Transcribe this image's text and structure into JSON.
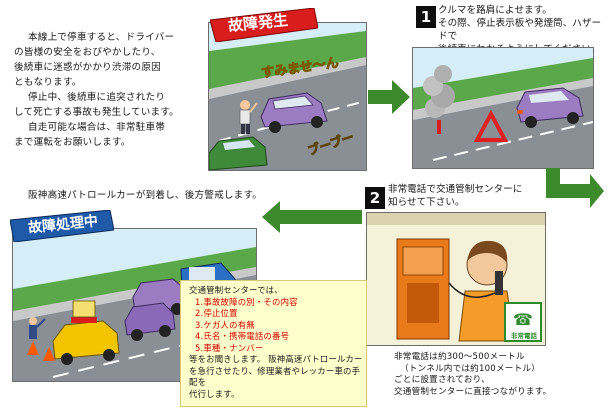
{
  "intro": {
    "lines": [
      "本線上で停車すると、ドライバー",
      "の皆様の安全をおびやかしたり、",
      "後続車に迷惑がかかり渋滞の原因",
      "ともなります。",
      "停止中、後続車に追突されたり",
      "して死亡する事故も発生しています。",
      "自走可能な場合は、非常駐車帯",
      "まで運転をお願いします。"
    ]
  },
  "panel1": {
    "banner": "故障発生",
    "speech": "すみませ～ん",
    "sound": "ブーブー"
  },
  "step1": {
    "number": "1",
    "title": "クルマを路肩によせます。",
    "lines": [
      "その際、停止表示板や発煙筒、ハザードで",
      "後続車にわかるようにしてください。"
    ]
  },
  "step2": {
    "number": "2",
    "lines": [
      "非常電話で交通管制センターに",
      "知らせて下さい。"
    ],
    "phone_label": "非常電話"
  },
  "arrival_text": "阪神高速パトロールカーが到着し、後方警戒します。",
  "panel3": {
    "banner": "故障処理中"
  },
  "control_center": {
    "intro": "交通管制センターでは、",
    "items": [
      "1.事故故障の別・その内容",
      "2.停止位置",
      "3.ケガ人の有無",
      "4.氏名・携帯電話の番号",
      "5.車種・ナンバー"
    ],
    "footer": [
      "等をお聞きします。 阪神高速パトロールカー",
      "を急行させたり、修理業者やレッカー車の手配を",
      "代行します。"
    ]
  },
  "phone_note": {
    "lines": [
      "非常電話は約300～500メートル",
      "（トンネル内では約100メートル）",
      "ごとに設置されており、",
      "交通管制センターに直接つながります。"
    ]
  },
  "colors": {
    "arrow": "#3c8a2c",
    "banner_red": "#d91c1c",
    "banner_blue": "#1f5aa8",
    "list_red": "#d40000",
    "speech_yellow": "#ffe600"
  }
}
